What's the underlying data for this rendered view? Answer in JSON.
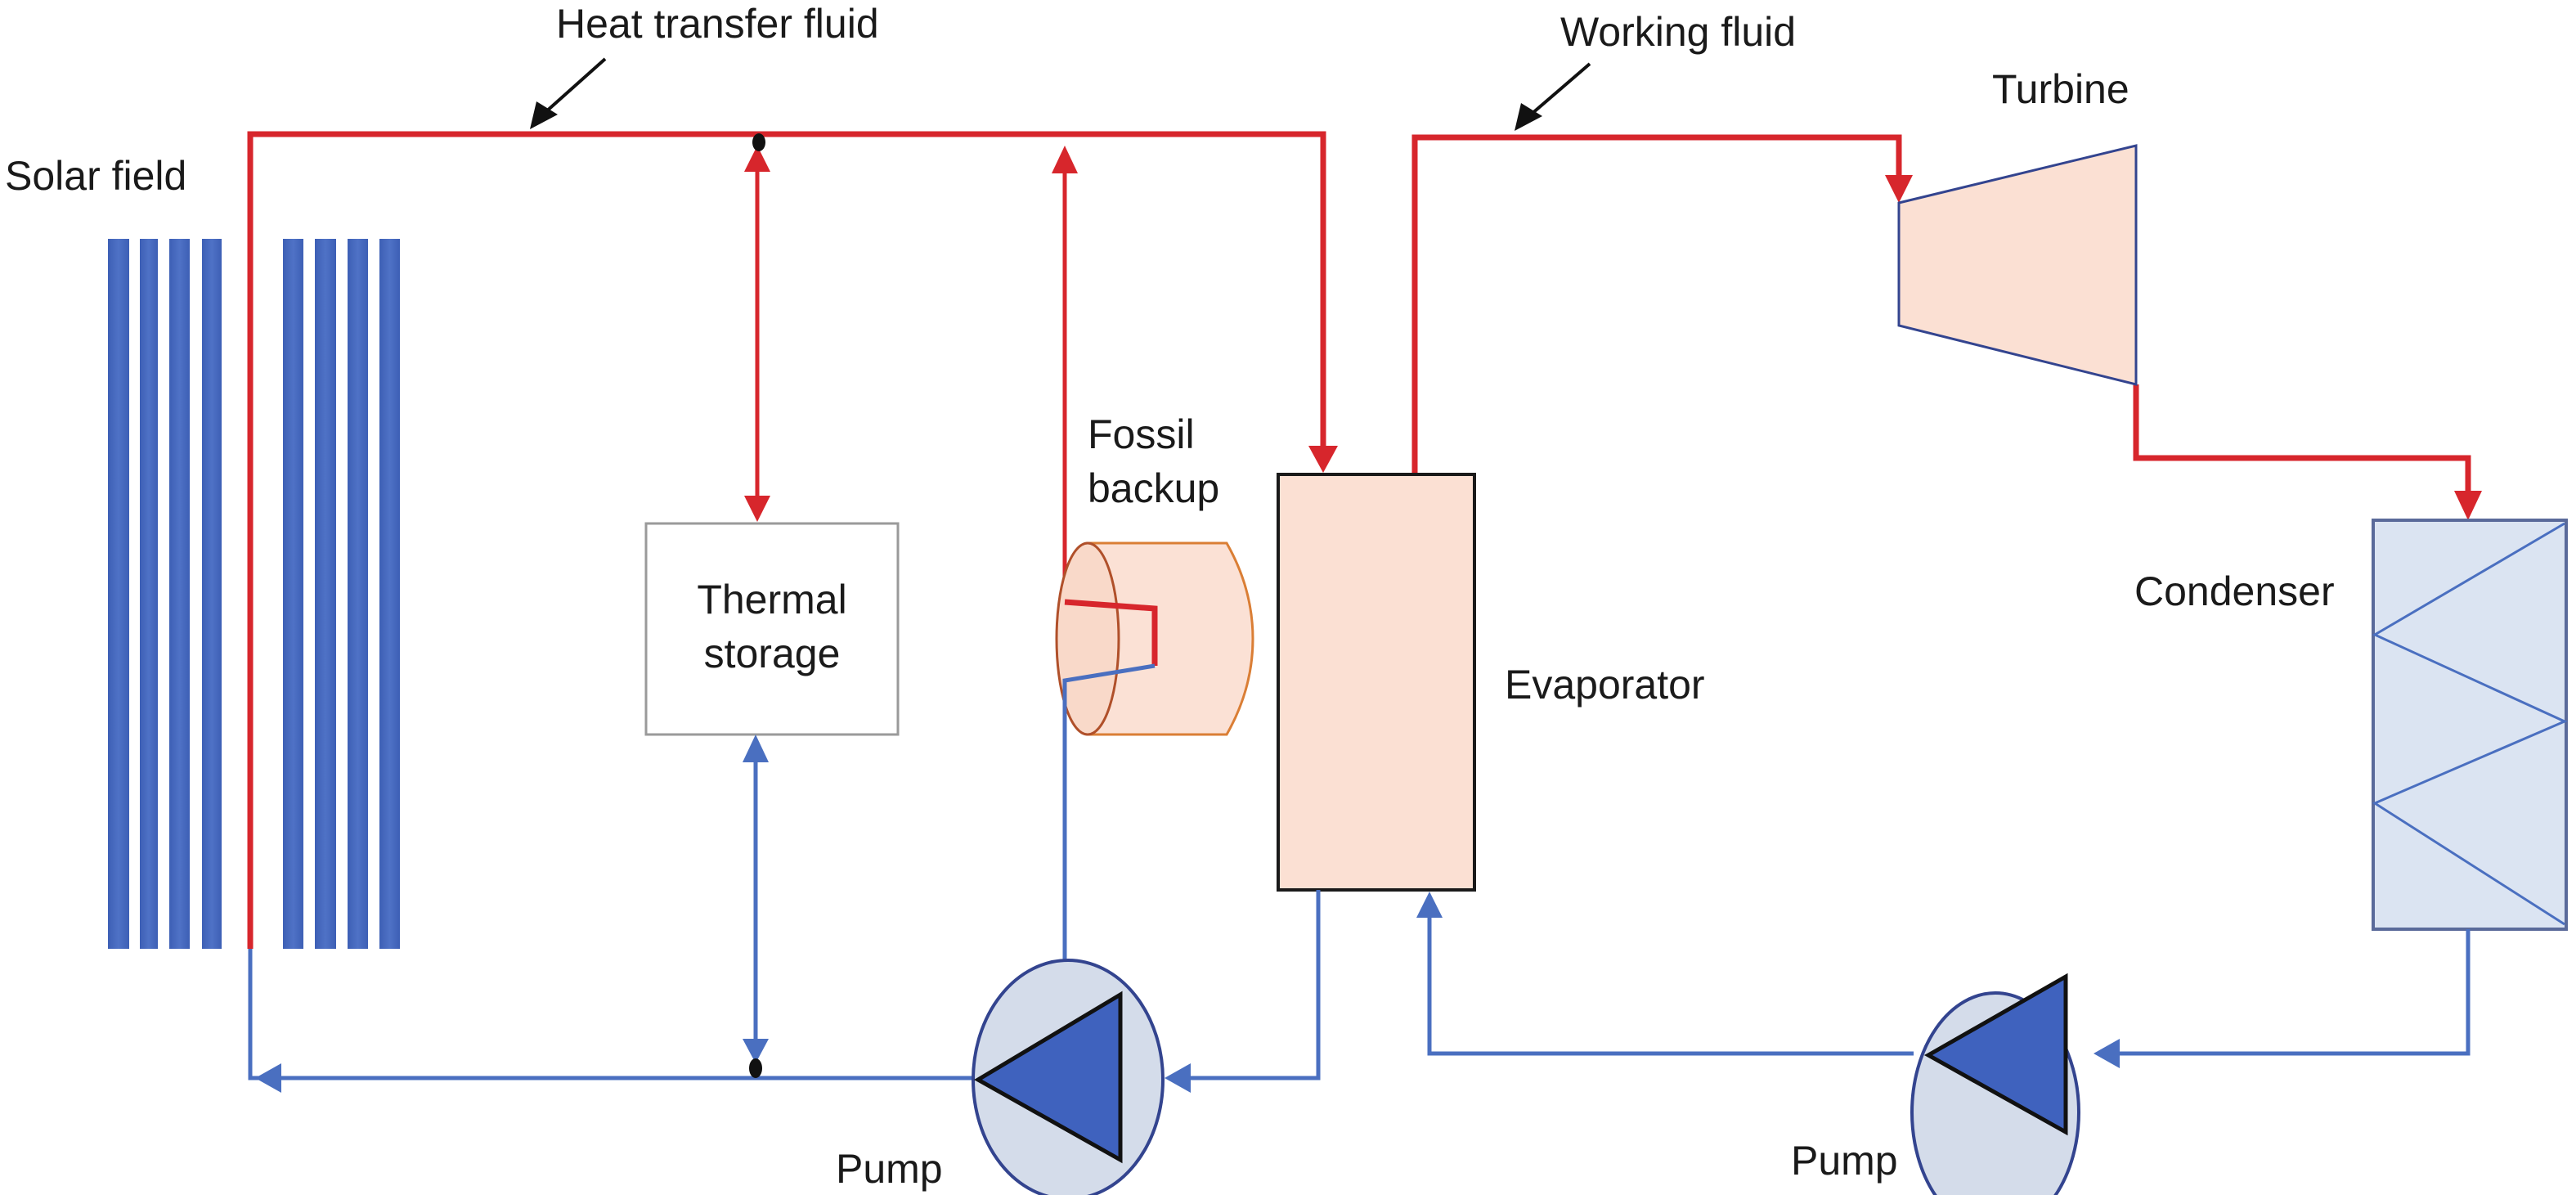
{
  "diagram": {
    "title": "Solar thermal power plant with thermal storage and fossil backup",
    "colors": {
      "heat_transfer_fluid_hot": "#d7262c",
      "cold_fluid": "#4a6fc0",
      "solar_collector": "#4466bb",
      "hot_component_fill": "#fbe0d3",
      "cold_component_fill": "#dbe4f2",
      "annotation_arrow": "#111111"
    },
    "labels": {
      "heat_transfer_fluid": "Heat transfer fluid",
      "working_fluid": "Working fluid",
      "solar_field": "Solar field",
      "turbine": "Turbine",
      "fossil_backup_line1": "Fossil",
      "fossil_backup_line2": "backup",
      "thermal_storage_line1": "Thermal",
      "thermal_storage_line2": "storage",
      "evaporator": "Evaporator",
      "condenser": "Condenser",
      "pump_left": "Pump",
      "pump_right": "Pump"
    },
    "components": [
      {
        "id": "solar-field",
        "name": "Solar field",
        "collector_groups": 2,
        "collectors_per_group": 4
      },
      {
        "id": "thermal-storage",
        "name": "Thermal storage"
      },
      {
        "id": "fossil-backup",
        "name": "Fossil backup"
      },
      {
        "id": "evaporator",
        "name": "Evaporator"
      },
      {
        "id": "turbine",
        "name": "Turbine"
      },
      {
        "id": "condenser",
        "name": "Condenser"
      },
      {
        "id": "pump-htf",
        "name": "Pump"
      },
      {
        "id": "pump-working",
        "name": "Pump"
      }
    ],
    "loops": [
      {
        "name": "Heat transfer fluid",
        "path": [
          "Solar field",
          "Thermal storage",
          "Fossil backup",
          "Evaporator",
          "Pump",
          "Solar field"
        ]
      },
      {
        "name": "Working fluid",
        "path": [
          "Evaporator",
          "Turbine",
          "Condenser",
          "Pump",
          "Evaporator"
        ]
      }
    ]
  }
}
